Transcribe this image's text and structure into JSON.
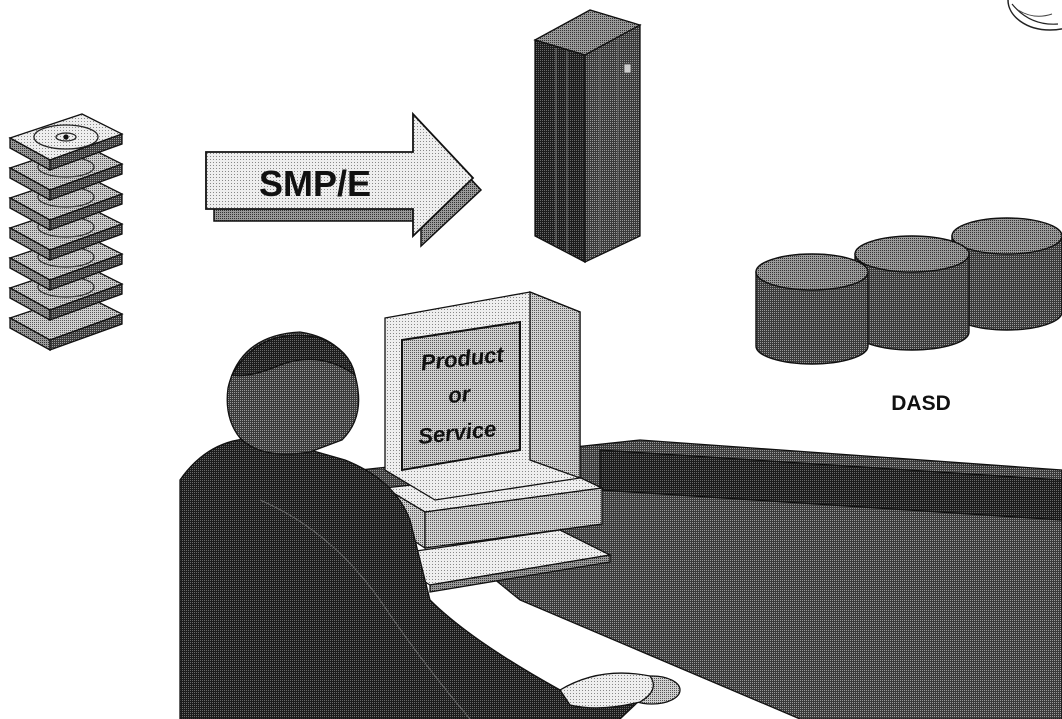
{
  "arrow": {
    "label": "SMP/E"
  },
  "monitor": {
    "line1": "Product",
    "line2": "or",
    "line3": "Service"
  },
  "dasd": {
    "label": "DASD"
  },
  "icons": {
    "media": "tape-cartridge-stack-icon",
    "mainframe": "mainframe-server-icon",
    "dasd": "disk-storage-cylinders-icon",
    "operator": "person-at-workstation-icon",
    "corner": "logo-seal-icon"
  }
}
